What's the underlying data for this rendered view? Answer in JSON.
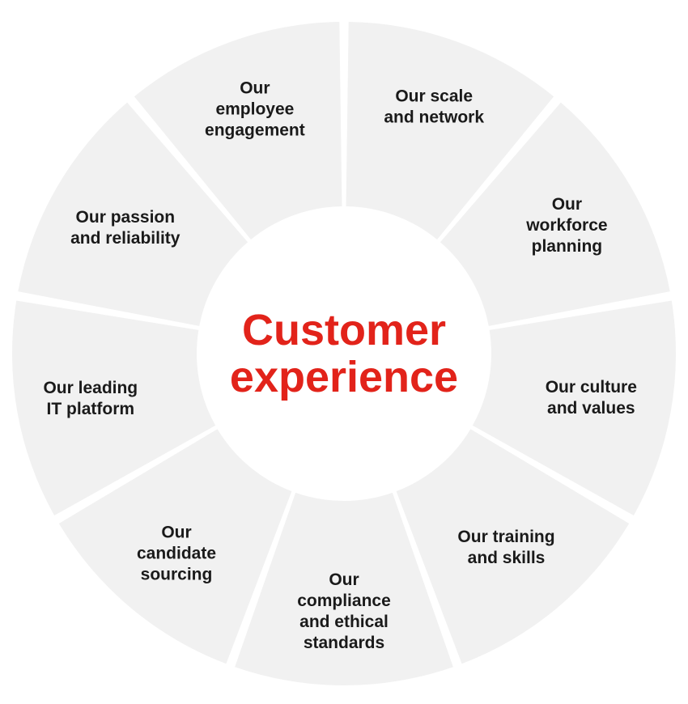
{
  "center": {
    "lines": [
      "Customer",
      "experience"
    ],
    "color": "#e2231a"
  },
  "segments": [
    {
      "lines": [
        "Our scale",
        "and network"
      ]
    },
    {
      "lines": [
        "Our",
        "workforce",
        "planning"
      ]
    },
    {
      "lines": [
        "Our culture",
        "and values"
      ]
    },
    {
      "lines": [
        "Our training",
        "and skills"
      ]
    },
    {
      "lines": [
        "Our",
        "compliance",
        "and ethical",
        "standards"
      ]
    },
    {
      "lines": [
        "Our",
        "candidate",
        "sourcing"
      ]
    },
    {
      "lines": [
        "Our leading",
        "IT platform"
      ]
    },
    {
      "lines": [
        "Our passion",
        "and reliability"
      ]
    },
    {
      "lines": [
        "Our",
        "employee",
        "engagement"
      ]
    }
  ],
  "colors": {
    "segment": "#f1f1f1",
    "label": "#1a1a1a",
    "accent": "#e2231a"
  }
}
